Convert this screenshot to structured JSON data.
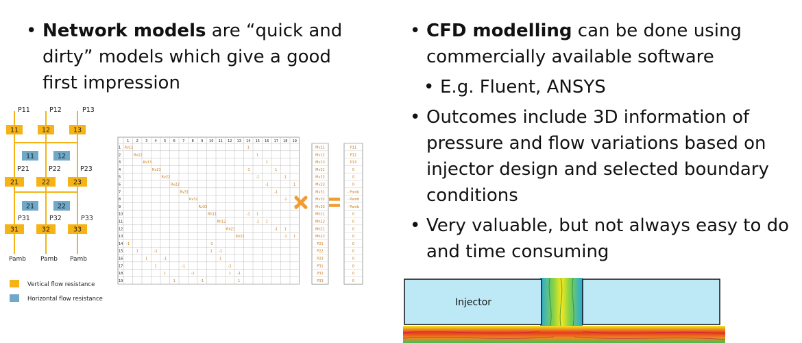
{
  "left": {
    "bullet": {
      "bold": "Network models",
      "rest": " are “quick and dirty” models which give a good first impression"
    }
  },
  "right": {
    "bullets": [
      {
        "bold": "CFD modelling",
        "rest": " can be done using commercially available software",
        "level": 1
      },
      {
        "bold": "",
        "rest": "E.g. Fluent, ANSYS",
        "level": 2
      },
      {
        "bold": "",
        "rest": "Outcomes include 3D information of pressure and flow variations based on injector design and selected boundary conditions",
        "level": 1
      },
      {
        "bold": "",
        "rest": "Very valuable, but not always easy to do and time consuming",
        "level": 1
      }
    ]
  },
  "network": {
    "pressure_top": [
      "P11",
      "P12",
      "P13"
    ],
    "vertical_r1": [
      "11",
      "12",
      "13"
    ],
    "horizontal_r1": [
      "11",
      "12"
    ],
    "pressure_mid1": [
      "P21",
      "P22",
      "P23"
    ],
    "vertical_r2": [
      "21",
      "22",
      "23"
    ],
    "horizontal_r2": [
      "21",
      "22"
    ],
    "pressure_mid2": [
      "P31",
      "P32",
      "P33"
    ],
    "vertical_r3": [
      "31",
      "32",
      "33"
    ],
    "ambient": [
      "Pamb",
      "Pamb",
      "Pamb"
    ],
    "legend": [
      {
        "label": "Vertical flow resistance",
        "color": "#f5b316"
      },
      {
        "label": "Horizontal flow resistance",
        "color": "#6fa8c8"
      }
    ]
  },
  "matrix": {
    "columns": [
      "1",
      "2",
      "3",
      "4",
      "5",
      "6",
      "7",
      "8",
      "9",
      "10",
      "11",
      "12",
      "13",
      "14",
      "15",
      "16",
      "17",
      "18",
      "19"
    ],
    "rows": [
      "1",
      "2",
      "3",
      "4",
      "5",
      "6",
      "7",
      "8",
      "9",
      "10",
      "11",
      "12",
      "13",
      "14",
      "15",
      "16",
      "17",
      "18",
      "19"
    ],
    "diag_labels": [
      "Rv11",
      "Rv12",
      "Rv13",
      "Rv21",
      "Rv22",
      "Rv23",
      "Rv31",
      "Rv32",
      "Rv33",
      "Rh11",
      "Rh12",
      "Rh21",
      "Rh22"
    ],
    "unknowns": [
      "Mv11",
      "Mv12",
      "Mv13",
      "Mv21",
      "Mv22",
      "Mv23",
      "Mv31",
      "Mv32",
      "Mv33",
      "Mh11",
      "Mh12",
      "Mh21",
      "Mh22",
      "P21",
      "P22",
      "P23",
      "P31",
      "P32",
      "P33"
    ],
    "rhs": [
      "P11",
      "P12",
      "P13",
      "0",
      "0",
      "0",
      "- Pamb",
      "- Pamb",
      "- Pamb",
      "0",
      "0",
      "0",
      "0",
      "0",
      "0",
      "0",
      "0",
      "0",
      "0"
    ],
    "entries": [
      [
        0,
        13,
        "1"
      ],
      [
        1,
        14,
        "1"
      ],
      [
        2,
        15,
        "1"
      ],
      [
        3,
        13,
        "-1"
      ],
      [
        3,
        16,
        "1"
      ],
      [
        4,
        14,
        "-1"
      ],
      [
        4,
        17,
        "1"
      ],
      [
        5,
        15,
        "-1"
      ],
      [
        5,
        18,
        "1"
      ],
      [
        6,
        16,
        "-1"
      ],
      [
        7,
        17,
        "-1"
      ],
      [
        8,
        18,
        "-1"
      ],
      [
        9,
        13,
        "-1"
      ],
      [
        9,
        14,
        "1"
      ],
      [
        10,
        14,
        "-1"
      ],
      [
        10,
        15,
        "1"
      ],
      [
        11,
        16,
        "-1"
      ],
      [
        11,
        17,
        "1"
      ],
      [
        12,
        17,
        "-1"
      ],
      [
        12,
        18,
        "1"
      ],
      [
        13,
        0,
        "-1"
      ],
      [
        13,
        9,
        "-1"
      ],
      [
        14,
        1,
        "1"
      ],
      [
        14,
        3,
        "-1"
      ],
      [
        14,
        9,
        "1"
      ],
      [
        14,
        10,
        "-1"
      ],
      [
        15,
        2,
        "1"
      ],
      [
        15,
        4,
        "-1"
      ],
      [
        15,
        10,
        "1"
      ],
      [
        16,
        3,
        "1"
      ],
      [
        16,
        6,
        "-1"
      ],
      [
        16,
        11,
        "-1"
      ],
      [
        17,
        4,
        "1"
      ],
      [
        17,
        7,
        "-1"
      ],
      [
        17,
        11,
        "1"
      ],
      [
        17,
        12,
        "-1"
      ],
      [
        18,
        5,
        "1"
      ],
      [
        18,
        8,
        "-1"
      ],
      [
        18,
        12,
        "1"
      ]
    ]
  },
  "cfd": {
    "label": "Injector"
  }
}
